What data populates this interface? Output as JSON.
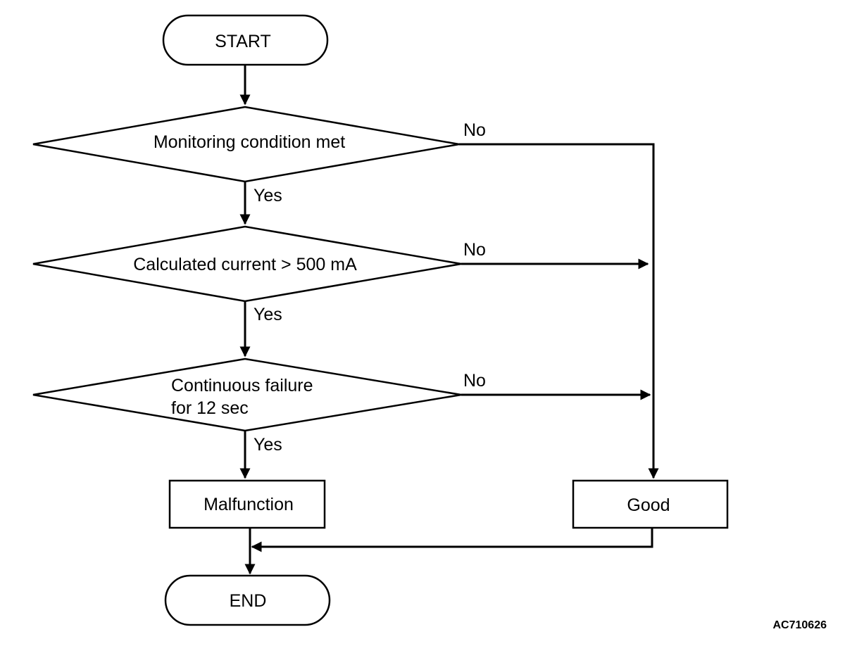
{
  "flowchart": {
    "start": "START",
    "decision1": "Monitoring condition met",
    "decision2": "Calculated current > 500 mA",
    "decision3_line1": "Continuous failure",
    "decision3_line2": "for 12 sec",
    "yes": "Yes",
    "no": "No",
    "malfunction": "Malfunction",
    "good": "Good",
    "end": "END"
  },
  "figure_code": "AC710626"
}
